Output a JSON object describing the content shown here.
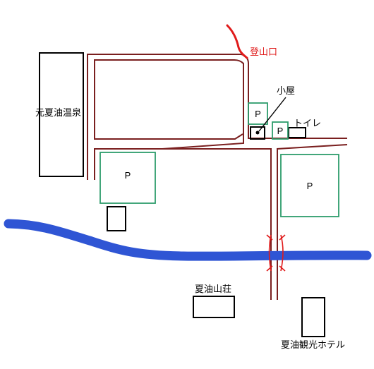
{
  "colors": {
    "road": "#7a1f1f",
    "river": "#2f55d4",
    "parking": "#2e9c6b",
    "building": "#000000",
    "trail": "#e01b1b",
    "bridge": "#e01b1b",
    "background": "#ffffff"
  },
  "labels": {
    "trailhead": "登山口",
    "hut": "小屋",
    "toilet": "トイレ",
    "onsen": "元夏油温泉",
    "sanso": "夏油山荘",
    "hotel": "夏油観光ホテル"
  },
  "parking": {
    "small_1": "P",
    "small_2": "P",
    "large_left": "P",
    "large_right": "P"
  }
}
